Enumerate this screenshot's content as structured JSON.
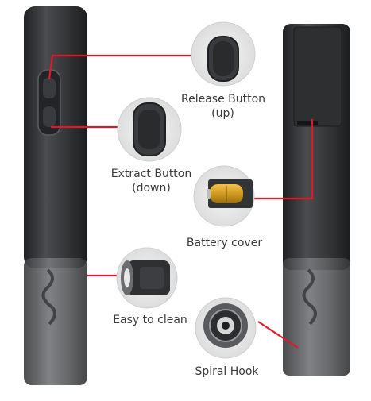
{
  "labels": {
    "release_line1": "Release Button",
    "release_line2": "(up)",
    "extract_line1": "Extract Button",
    "extract_line2": "(down)",
    "battery_cover": "Battery cover",
    "easy_clean": "Easy to clean",
    "spiral_hook": "Spiral Hook"
  },
  "colors": {
    "body_dark": "#2b2c2e",
    "body_mid": "#4a4b4e",
    "clear_base": "#5f6062",
    "callout_line": "#e0192a",
    "text": "#3a3a3a",
    "battery_gold": "#d4a52a"
  },
  "icons": {
    "release_callout": "release-button-closeup-icon",
    "extract_callout": "extract-button-closeup-icon",
    "battery_callout": "battery-icon",
    "clean_callout": "cylinder-cartridge-icon",
    "spiral_callout": "spiral-hook-icon"
  }
}
